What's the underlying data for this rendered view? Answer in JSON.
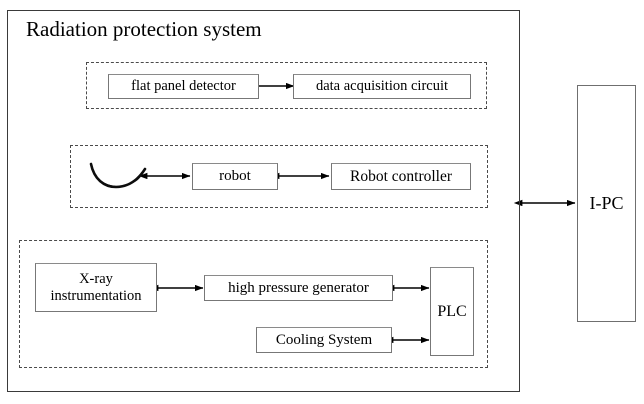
{
  "diagram": {
    "title": "Radiation protection system",
    "outer_box_name": "radiation-protection-system",
    "external": {
      "label": "I-PC"
    },
    "groups": [
      {
        "name": "detector-group",
        "nodes": [
          {
            "label": "flat panel detector"
          },
          {
            "label": "data acquisition circuit"
          }
        ]
      },
      {
        "name": "robot-group",
        "icon": "c-arm-icon",
        "nodes": [
          {
            "label": "robot"
          },
          {
            "label": "Robot controller"
          }
        ]
      },
      {
        "name": "xray-group",
        "nodes": [
          {
            "label": "X-ray instrumentation"
          },
          {
            "label": "high pressure generator"
          },
          {
            "label": "Cooling System"
          },
          {
            "label": "PLC"
          }
        ]
      }
    ],
    "connections": [
      {
        "from": "flat panel detector",
        "to": "data acquisition circuit",
        "type": "bidirectional"
      },
      {
        "from": "c-arm-icon",
        "to": "robot",
        "type": "bidirectional"
      },
      {
        "from": "robot",
        "to": "Robot controller",
        "type": "bidirectional"
      },
      {
        "from": "X-ray instrumentation",
        "to": "high pressure generator",
        "type": "bidirectional"
      },
      {
        "from": "high pressure generator",
        "to": "PLC",
        "type": "bidirectional"
      },
      {
        "from": "Cooling System",
        "to": "PLC",
        "type": "bidirectional"
      },
      {
        "from": "Radiation protection system",
        "to": "I-PC",
        "type": "bidirectional"
      }
    ],
    "colors": {
      "line": "#000000",
      "box_border": "#777777",
      "group_border": "#3a3a3a",
      "dashed_border": "#4a4a4a",
      "background": "#ffffff",
      "text": "#000000"
    }
  }
}
